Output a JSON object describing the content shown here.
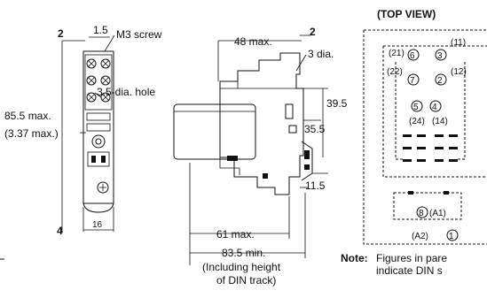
{
  "side_view": {
    "dim_top_left": "2",
    "dim_top_width": "1.5",
    "screw_label": "M3 screw",
    "hole_label": "3.5-dia. hole",
    "height_label": "85.5 max.",
    "height_label_inch": "(3.37 max.)",
    "dim_bottom_left": "4",
    "dim_bottom_width": "16"
  },
  "front_view": {
    "dim_top_width": "48 max.",
    "dim_top_right": "2",
    "dim_dia": "3 dia.",
    "dim_39_5": "39.5",
    "dim_35_5": "35.5",
    "dim_11_5": "11.5",
    "dim_61": "61 max.",
    "dim_83_5": "83.5 min.",
    "dim_note_1": "(Including height",
    "dim_note_2": "of DIN track)"
  },
  "top_view": {
    "title": "(TOP VIEW)",
    "pins": {
      "p21_6": "(21)",
      "n6": "6",
      "n3": "3",
      "p11": "(11)",
      "p22": "(22)",
      "n7": "7",
      "n2": "2",
      "p12": "(12)",
      "n5": "5",
      "n4": "4",
      "p24": "(24)",
      "p14": "(14)",
      "n8": "8",
      "a1": "(A1)",
      "a2": "(A2)",
      "n1": "1"
    }
  },
  "note": {
    "label": "Note:",
    "line1": "Figures in pare",
    "line2": "indicate DIN s"
  }
}
